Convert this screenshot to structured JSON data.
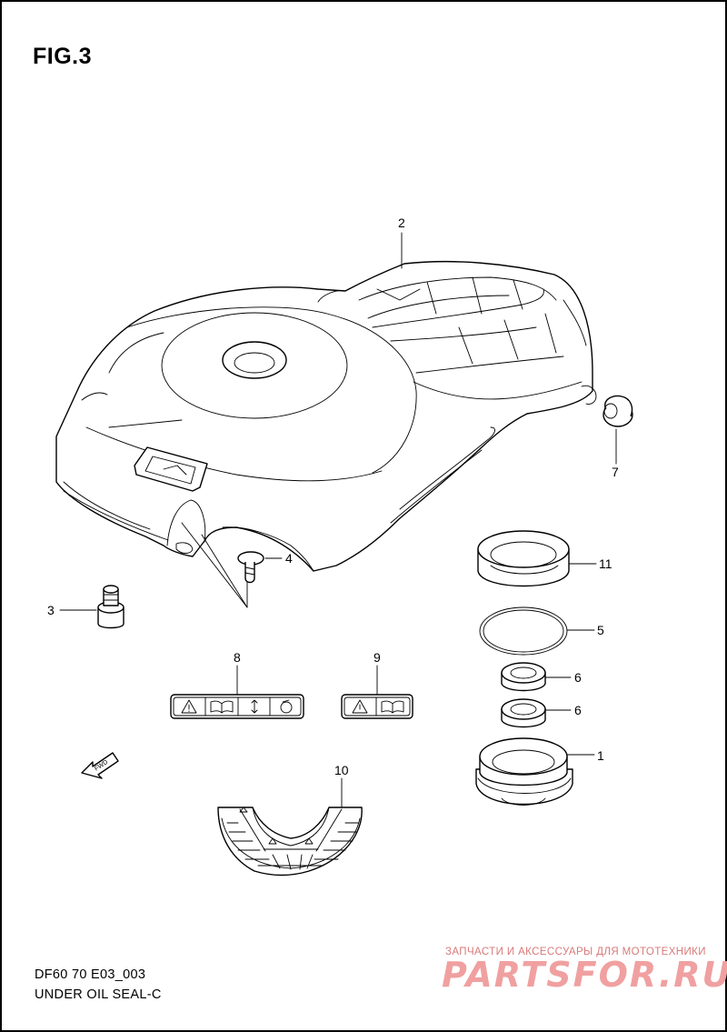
{
  "figure": {
    "title": "FIG.3"
  },
  "footer": {
    "code": "DF60 70 E03_003",
    "name": "UNDER OIL SEAL-C"
  },
  "watermark": {
    "top": "ЗАПЧАСТИ И АКСЕССУАРЫ ДЛЯ МОТОТЕХНИКИ",
    "logo": "PARTSFOR.RU"
  },
  "fwd_label": "FWD",
  "callouts": {
    "c1": "1",
    "c2": "2",
    "c3": "3",
    "c4": "4",
    "c5": "5",
    "c6a": "6",
    "c6b": "6",
    "c7": "7",
    "c8": "8",
    "c9": "9",
    "c10": "10",
    "c11": "11"
  }
}
